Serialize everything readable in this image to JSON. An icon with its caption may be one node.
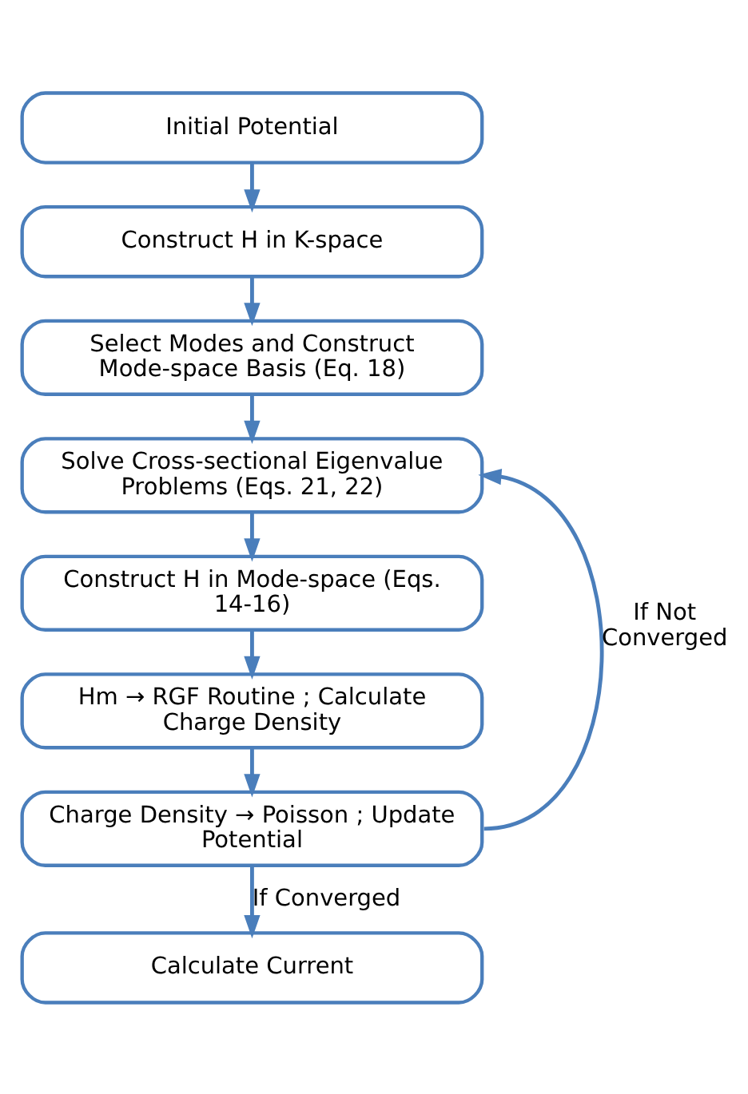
{
  "diagram": {
    "nodes": [
      {
        "text": [
          "Initial Potential"
        ]
      },
      {
        "text": [
          "Construct H in K-space"
        ]
      },
      {
        "text": [
          "Select Modes and Construct Mode-space Basis (Eq. 18)"
        ]
      },
      {
        "text": [
          "Solve Cross-sectional Eigenvalue Problems (Eqs. 21, 22)"
        ]
      },
      {
        "text": [
          "Construct H in Mode-space (Eqs. 14-16)"
        ]
      },
      {
        "text": [
          "Hm → RGF Routine ; Calculate Charge Density"
        ]
      },
      {
        "text": [
          "Charge Density → Poisson ; Update Potential"
        ]
      },
      {
        "text": [
          "Calculate Current"
        ]
      }
    ],
    "edges": [
      {
        "from": 0,
        "to": 1,
        "arrow": "to"
      },
      {
        "from": 1,
        "to": 2,
        "arrow": "to"
      },
      {
        "from": 2,
        "to": 3,
        "arrow": "to"
      },
      {
        "from": 3,
        "to": 4,
        "arrow": "to"
      },
      {
        "from": 4,
        "to": 5,
        "arrow": "to"
      },
      {
        "from": 5,
        "to": 6,
        "arrow": "to"
      },
      {
        "from": 6,
        "to": 7,
        "arrow": "to",
        "label": "If Converged"
      },
      {
        "from": 6,
        "to": 3,
        "arrow": "to",
        "label": "If Not Converged"
      }
    ]
  }
}
